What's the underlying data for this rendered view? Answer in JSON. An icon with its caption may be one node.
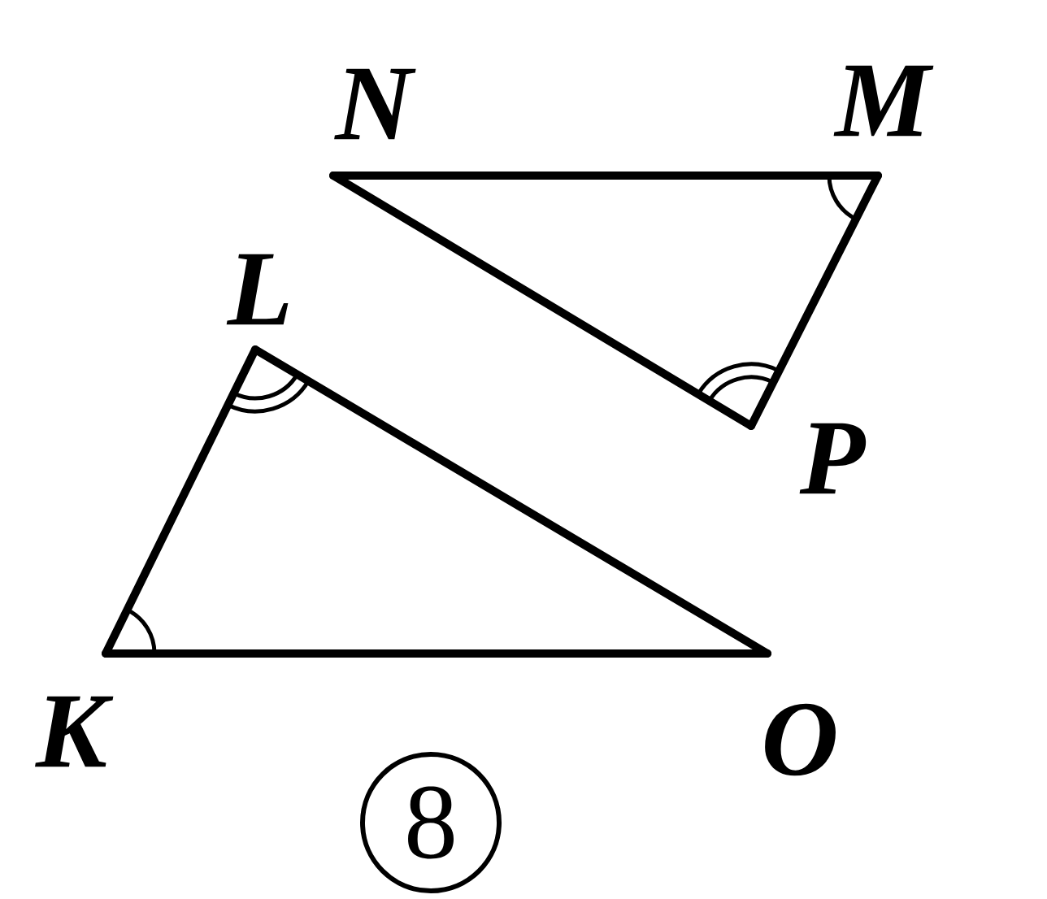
{
  "diagram": {
    "nodes": [
      {
        "text": [
          "N"
        ]
      },
      {
        "text": [
          "M"
        ]
      },
      {
        "text": [
          "P"
        ]
      },
      {
        "text": [
          "L"
        ]
      },
      {
        "text": [
          "K"
        ]
      },
      {
        "text": [
          "O"
        ]
      }
    ],
    "edges": [
      {
        "from": 0,
        "to": 1,
        "arrow": "none"
      },
      {
        "from": 1,
        "to": 2,
        "arrow": "none"
      },
      {
        "from": 2,
        "to": 0,
        "arrow": "none"
      },
      {
        "from": 3,
        "to": 4,
        "arrow": "none"
      },
      {
        "from": 4,
        "to": 5,
        "arrow": "none"
      },
      {
        "from": 5,
        "to": 3,
        "arrow": "none"
      }
    ],
    "labels": [
      "8"
    ]
  }
}
